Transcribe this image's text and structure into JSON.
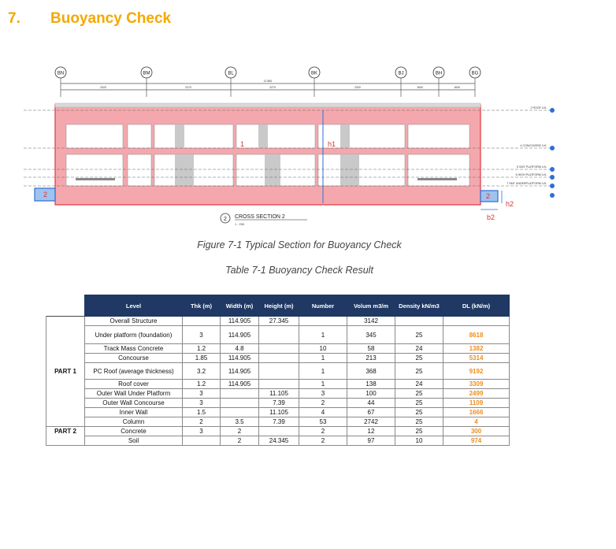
{
  "section": {
    "number": "7.",
    "title": "Buoyancy Check"
  },
  "drawing": {
    "grid_lines": [
      "BN",
      "BM",
      "BL",
      "BK",
      "BJ",
      "BH",
      "BG"
    ],
    "overall_dim": "11 860",
    "bay_dims": [
      "2320",
      "2270",
      "2270",
      "2320",
      "1600",
      "1600"
    ],
    "labels": {
      "region1": "1",
      "region2_left": "2",
      "region2_right": "2",
      "h1": "h1",
      "h2": "h2",
      "b2": "b2"
    },
    "levels": [
      "2 ROOF LVL",
      "4 CONCOURSE LVL",
      "5 SMT PLATFORM LVL",
      "6 HIGH PLATFORM LVL",
      "7 SMT UNDERPLATFORM LVL"
    ],
    "section_marker": "2",
    "section_title": "CROSS SECTION 2",
    "section_scale": "1 : 250"
  },
  "figure_caption": "Figure 7-1  Typical Section for Buoyancy Check",
  "table_caption": "Table 7-1 Buoyancy Check Result",
  "table": {
    "headers": [
      "Level",
      "Thk (m)",
      "Width (m)",
      "Height (m)",
      "Number",
      "Volum m3/m",
      "Density kN/m3",
      "DL (kN/m)"
    ],
    "part1_label": "PART 1",
    "part2_label": "PART 2",
    "rows": [
      {
        "level": "Overall Structure",
        "thk": "",
        "width": "114.905",
        "height": "27.345",
        "number": "",
        "volume": "3142",
        "density": "",
        "dl": ""
      },
      {
        "level": "Under platform (foundation)",
        "thk": "3",
        "width": "114.905",
        "height": "",
        "number": "1",
        "volume": "345",
        "density": "25",
        "dl": "8618"
      },
      {
        "level": "Track Mass Concrete",
        "thk": "1.2",
        "width": "4.8",
        "height": "",
        "number": "10",
        "volume": "58",
        "density": "24",
        "dl": "1382"
      },
      {
        "level": "Concourse",
        "thk": "1.85",
        "width": "114.905",
        "height": "",
        "number": "1",
        "volume": "213",
        "density": "25",
        "dl": "5314"
      },
      {
        "level": "PC Roof (average thickness)",
        "thk": "3.2",
        "width": "114.905",
        "height": "",
        "number": "1",
        "volume": "368",
        "density": "25",
        "dl": "9192"
      },
      {
        "level": "Roof cover",
        "thk": "1.2",
        "width": "114.905",
        "height": "",
        "number": "1",
        "volume": "138",
        "density": "24",
        "dl": "3309"
      },
      {
        "level": "Outer Wall Under Platform",
        "thk": "3",
        "width": "",
        "height": "11.105",
        "number": "3",
        "volume": "100",
        "density": "25",
        "dl": "2499"
      },
      {
        "level": "Outer Wall Concourse",
        "thk": "3",
        "width": "",
        "height": "7.39",
        "number": "2",
        "volume": "44",
        "density": "25",
        "dl": "1109"
      },
      {
        "level": "Inner Wall",
        "thk": "1.5",
        "width": "",
        "height": "11.105",
        "number": "4",
        "volume": "67",
        "density": "25",
        "dl": "1666"
      },
      {
        "level": "Column",
        "thk": "2",
        "width": "3.5",
        "height": "7.39",
        "number": "53",
        "volume": "2742",
        "density": "25",
        "dl": "4"
      },
      {
        "level": "Concrete",
        "thk": "3",
        "width": "2",
        "height": "",
        "number": "2",
        "volume": "12",
        "density": "25",
        "dl": "300"
      },
      {
        "level": "Soil",
        "thk": "",
        "width": "2",
        "height": "24.345",
        "number": "2",
        "volume": "97",
        "density": "10",
        "dl": "974"
      }
    ]
  },
  "colors": {
    "heading": "#f5a800",
    "header_bg": "#1f3864",
    "dl_value": "#f08c1a",
    "section_fill": "#f4a8ad",
    "section_stroke": "#e03840",
    "label_red": "#e03030",
    "blue_box": "#2f6fd0"
  }
}
